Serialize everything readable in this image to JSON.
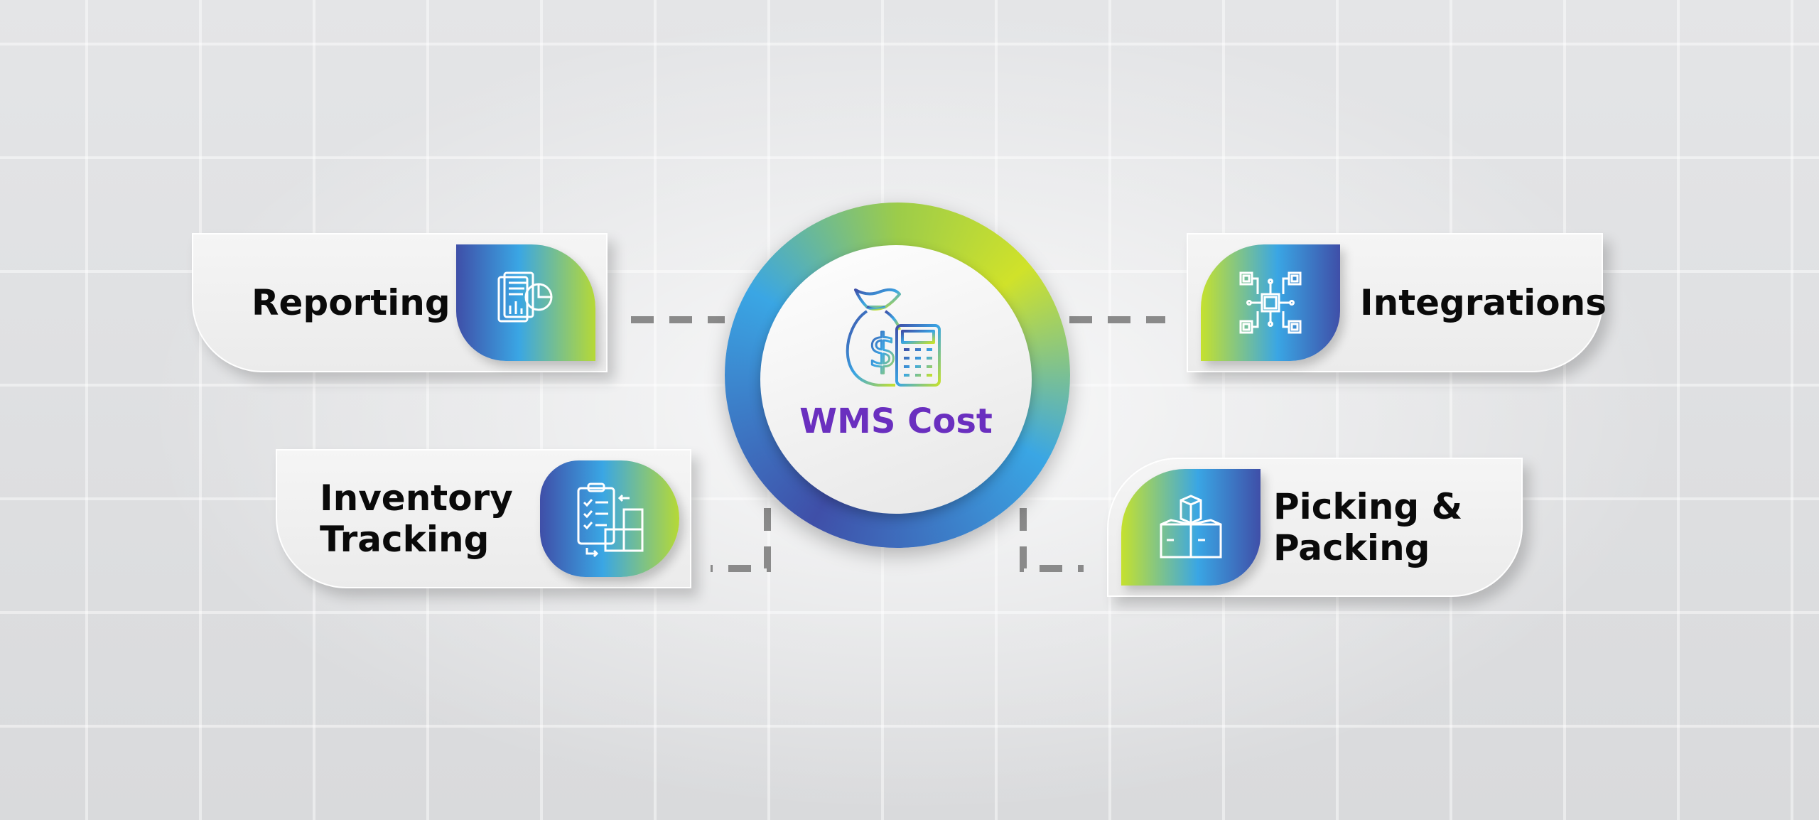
{
  "center": {
    "title": "WMS Cost",
    "icon": "money-bag-calculator-icon",
    "title_color": "#6a2fbf"
  },
  "nodes": {
    "reporting": {
      "label": "Reporting",
      "icon": "report-pie-chart-icon"
    },
    "inventory": {
      "label": "Inventory\nTracking",
      "icon": "clipboard-checklist-boxes-icon"
    },
    "integrations": {
      "label": "Integrations",
      "icon": "circuit-chip-icon"
    },
    "picking": {
      "label": "Picking &\nPacking",
      "icon": "stacked-boxes-icon"
    }
  },
  "colors": {
    "gradient_blue": "#3f4fa8",
    "gradient_cyan": "#3aa6e4",
    "gradient_lime": "#c5e12e",
    "connector": "#8a8a8a",
    "label_text": "#0a0a0a"
  }
}
